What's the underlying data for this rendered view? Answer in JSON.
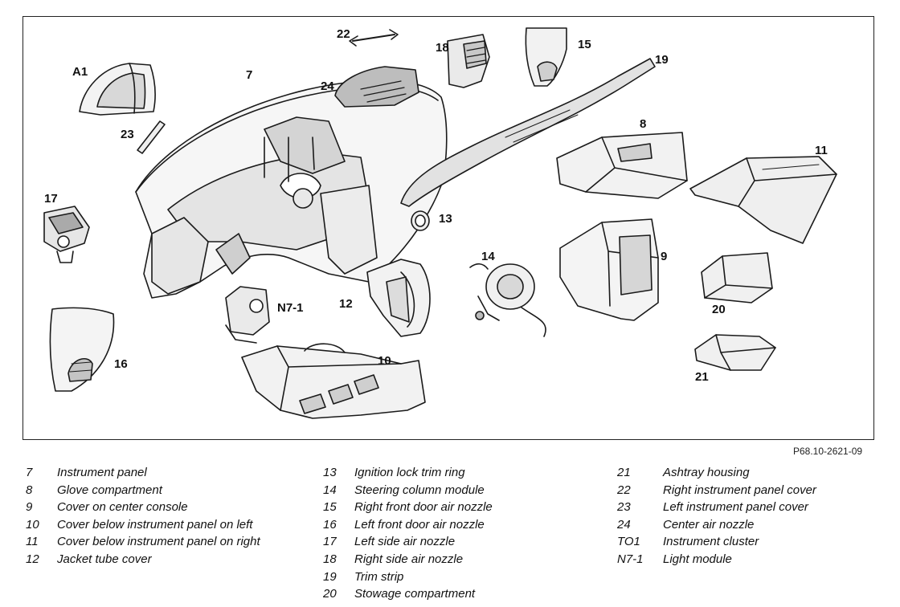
{
  "callouts": {
    "c7": "7",
    "c8": "8",
    "c9": "9",
    "c10": "10",
    "c11": "11",
    "c12": "12",
    "c13": "13",
    "c14": "14",
    "c15": "15",
    "c16": "16",
    "c17": "17",
    "c18": "18",
    "c19": "19",
    "c20": "20",
    "c21": "21",
    "c22": "22",
    "c23": "23",
    "c24": "24",
    "cA1": "A1",
    "cN71": "N7-1"
  },
  "reference_code": "P68.10-2621-09",
  "legend": {
    "col1": [
      {
        "num": "7",
        "desc": "Instrument panel"
      },
      {
        "num": "8",
        "desc": "Glove compartment"
      },
      {
        "num": "9",
        "desc": "Cover on center console"
      },
      {
        "num": "10",
        "desc": "Cover below instrument panel on left"
      },
      {
        "num": "11",
        "desc": "Cover below instrument panel on right"
      },
      {
        "num": "12",
        "desc": "Jacket tube cover"
      }
    ],
    "col2": [
      {
        "num": "13",
        "desc": "Ignition lock trim ring"
      },
      {
        "num": "14",
        "desc": "Steering column module"
      },
      {
        "num": "15",
        "desc": "Right front door air nozzle"
      },
      {
        "num": "16",
        "desc": "Left front door air nozzle"
      },
      {
        "num": "17",
        "desc": "Left side air nozzle"
      },
      {
        "num": "18",
        "desc": "Right side air nozzle"
      },
      {
        "num": "19",
        "desc": "Trim strip"
      },
      {
        "num": "20",
        "desc": "Stowage compartment"
      }
    ],
    "col3": [
      {
        "num": "21",
        "desc": "Ashtray housing"
      },
      {
        "num": "22",
        "desc": "Right instrument panel cover"
      },
      {
        "num": "23",
        "desc": "Left instrument panel cover"
      },
      {
        "num": "24",
        "desc": "Center air nozzle"
      },
      {
        "num": "TO1",
        "desc": "Instrument cluster"
      },
      {
        "num": "N7-1",
        "desc": "Light module"
      }
    ]
  }
}
